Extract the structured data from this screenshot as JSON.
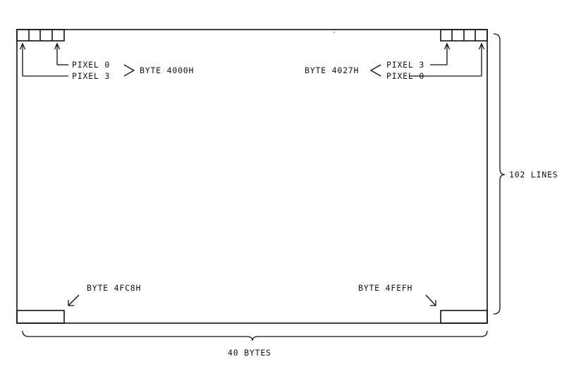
{
  "labels": {
    "top_left": {
      "pixel_a": "PIXEL 0",
      "pixel_b": "PIXEL 3",
      "byte": "BYTE 4000H"
    },
    "top_right": {
      "pixel_a": "PIXEL 3",
      "pixel_b": "PIXEL 0",
      "byte": "BYTE 4027H"
    },
    "bottom_left": {
      "byte": "BYTE 4FC8H"
    },
    "bottom_right": {
      "byte": "BYTE 4FEFH"
    },
    "lines": "102 LINES",
    "bytes": "40 BYTES"
  },
  "colors": {
    "ink": "#111111",
    "paper": "#ffffff"
  }
}
